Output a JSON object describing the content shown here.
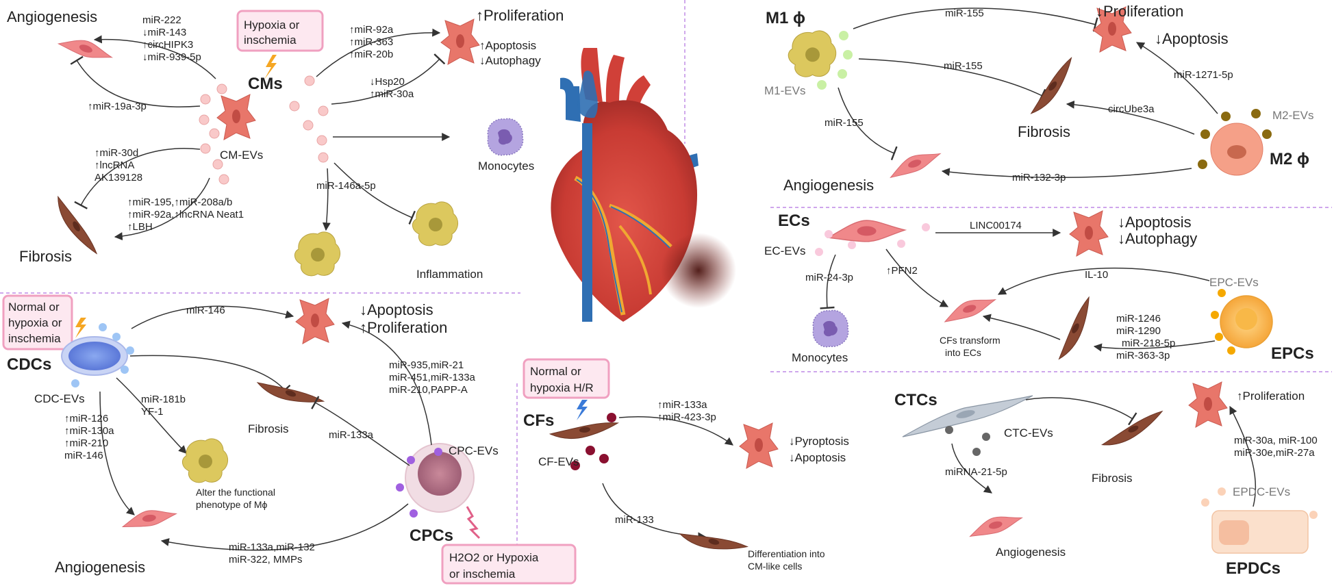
{
  "cm_section": {
    "title": "CMs",
    "trigger": "Hypoxia or inschemia",
    "ev_label": "CM-EVs",
    "angiogenesis": "Angiogenesis",
    "fibrosis": "Fibrosis",
    "monocytes": "Monocytes",
    "inflammation": "Inflammation",
    "proliferation": "↑Proliferation",
    "apoptosis": "↑Apoptosis",
    "autophagy": "↓Autophagy",
    "mir_angio": [
      "miR-222",
      "↓miR-143",
      "↑circHIPK3",
      "↓miR-939-5p"
    ],
    "mir_angio_inhib": "↑miR-19a-3p",
    "mir_prolif": [
      "↑miR-92a",
      "↑miR-363",
      "↑miR-20b"
    ],
    "mir_apop": [
      "↓Hsp20",
      "↑miR-30a"
    ],
    "mir_fib1": [
      "↑miR-30d",
      "↑lncRNA",
      "AK139128"
    ],
    "mir_fib2": [
      "↑miR-195,↑miR-208a/b",
      "↑miR-92a,↑lncRNA Neat1",
      "↑LBH"
    ],
    "mir_inflam": "miR-146a-5p"
  },
  "cdc_section": {
    "trigger": [
      "Normal or",
      "hypoxia or",
      "inschemia"
    ],
    "title": "CDCs",
    "ev_label": "CDC-EVs",
    "mir_146": "miR-146",
    "outcome": [
      "↓Apoptosis",
      "↑Proliferation"
    ],
    "fibrosis": "Fibrosis",
    "mir_mphi": [
      "miR-181b",
      "YF-1"
    ],
    "mphi_text": [
      "Alter the functional",
      "phenotype of Mϕ"
    ],
    "mir_angio": [
      "↑miR-126",
      "↑miR-130a",
      "↑miR-210",
      "miR-146"
    ],
    "angiogenesis": "Angiogenesis"
  },
  "cpc_section": {
    "title": "CPCs",
    "ev_label": "CPC-EVs",
    "mir_fib": "miR-133a",
    "mir_top": [
      "miR-935,miR-21",
      "miR-451,miR-133a",
      "miR-210,PAPP-A"
    ],
    "mir_angio": [
      "miR-133a,miR-132",
      "miR-322, MMPs"
    ],
    "trigger": [
      "H2O2 or Hypoxia",
      "or inschemia"
    ]
  },
  "cf_section": {
    "trigger": [
      "Normal or",
      "hypoxia H/R"
    ],
    "title": "CFs",
    "ev_label": "CF-EVs",
    "mir_top": [
      "↑miR-133a",
      "↑miR-423-3p"
    ],
    "outcome": [
      "↓Pyroptosis",
      "↓Apoptosis"
    ],
    "mir_diff": "miR-133",
    "diff_text": [
      "Differentiation into",
      "CM-like cells"
    ]
  },
  "macro_section": {
    "m1": "M1 ϕ",
    "m1_ev": "M1-EVs",
    "m2": "M2 ϕ",
    "m2_ev": "M2-EVs",
    "mir_155a": "miR-155",
    "mir_155b": "miR-155",
    "mir_155c": "miR-155",
    "proliferation": "↓Proliferation",
    "apoptosis": "↓Apoptosis",
    "mir_1271": "miR-1271-5p",
    "fibrosis": "Fibrosis",
    "circ": "circUbe3a",
    "angiogenesis": "Angiogenesis",
    "mir_132": "miR-132-3p"
  },
  "ec_section": {
    "title": "ECs",
    "ev_label": "EC-EVs",
    "mir_linc": "LINC00174",
    "outcome": [
      "↓Apoptosis",
      "↓Autophagy"
    ],
    "mir_24": "miR-24-3p",
    "pfn2": "↑PFN2",
    "il10": "IL-10",
    "epc_ev": "EPC-EVs",
    "epcs": "EPCs",
    "monocytes": "Monocytes",
    "cf_transform": [
      "CFs transform",
      "into ECs"
    ],
    "mir_epc": [
      "miR-1246",
      "miR-1290",
      "miR-218-5p",
      "miR-363-3p"
    ]
  },
  "ctc_section": {
    "title": "CTCs",
    "ev_label": "CTC-EVs",
    "fibrosis": "Fibrosis",
    "mir_angio": "miRNA-21-5p",
    "angiogenesis": "Angiogenesis",
    "proliferation": "↑Proliferation",
    "mir_epdc": [
      "miR-30a, miR-100",
      "miR-30e,miR-27a"
    ],
    "epdc_ev": "EPDC-EVs",
    "epdcs": "EPDCs"
  },
  "colors": {
    "divider": "#b070e0",
    "trigger_border": "#f0a0c0",
    "trigger_fill": "#fde8f0",
    "cardio": "#e8766a",
    "fibro": "#8a4a34",
    "mono": "#8870b8",
    "macro": "#d8c45a",
    "ev_pink": "#f9c9c9"
  }
}
